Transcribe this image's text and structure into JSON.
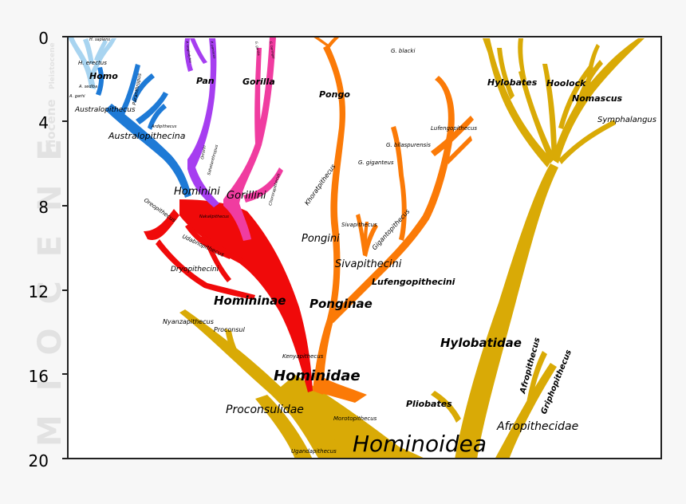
{
  "axis": {
    "ticks": [
      "0",
      "4",
      "8",
      "12",
      "16",
      "20"
    ]
  },
  "epochs": {
    "miocene": "M I O C E N E",
    "pliocene": "Pliocene",
    "pleistocene": "Pleistocene"
  },
  "labels": {
    "h_sapiens": "H. sapiens",
    "h_erectus": "H. erectus",
    "homo": "Homo",
    "a_sediba": "A. sediba",
    "a_garhi": "A. garhi",
    "paranthropus": "Paranthropus",
    "australopithecus": "Australopithecus",
    "australopithecina": "Australopithecina",
    "ardipithecus": "Ardipithecus",
    "orrorin": "Orrorin",
    "sahelanthropus": "Sahelanthropus",
    "hominini": "Hominini",
    "pan": "Pan",
    "p_troglodytes": "P. troglodytes",
    "p_paniscus": "P. paniscus",
    "gorilla": "Gorilla",
    "g_gorilla": "G. gorilla",
    "g_beringei": "G. beringei",
    "chororapithecus": "Chororapithecus",
    "gorillini": "Gorillini",
    "oreopithecus": "Oreopithecus",
    "nakalipithecus": "Nakalipithecus",
    "udabnopithecus": "Udabnopithecus",
    "dryopithecini": "Dryopithecini",
    "homininae": "Homininae",
    "pongo": "Pongo",
    "g_blacki": "G. blacki",
    "lufengopithecus": "Lufengopithecus",
    "g_bilaspurensis": "G. bilaspurensis",
    "g_giganteus": "G. giganteus",
    "khoratpithecus": "Khoratpithecus",
    "sivapithecus": "Sivapithecus",
    "gigantopithecus": "Gigantopithecus",
    "pongini": "Pongini",
    "sivapithecini": "Sivapithecini",
    "lufengopithecini": "Lufengopithecini",
    "ponginae": "Ponginae",
    "hylobates": "Hylobates",
    "hoolock": "Hoolock",
    "nomascus": "Nomascus",
    "symphalangus": "Symphalangus",
    "hylobatidae": "Hylobatidae",
    "nyanzapithecus": "Nyanzapithecus",
    "proconsul": "Proconsul",
    "kenyapithecus": "Kenyapithecus",
    "hominidae": "Hominidae",
    "proconsulidae": "Proconsulidae",
    "morotopithecus": "Morotopithecus",
    "pliobates": "Pliobates",
    "afropithecus": "Afropithecus",
    "griphopithecus": "Griphopithecus",
    "afropithecidae": "Afropithecidae",
    "ugandapithecus": "Ugandapithecus",
    "hominoidea": "Hominoidea"
  },
  "colors": {
    "homo": "#a8d4f0",
    "australopithecina": "#1e7ad6",
    "pan": "#a63ef0",
    "gorilla": "#f03ca0",
    "homininae": "#f00a0a",
    "ponginae": "#fb7a07",
    "hominoidea": "#d9aa06"
  }
}
